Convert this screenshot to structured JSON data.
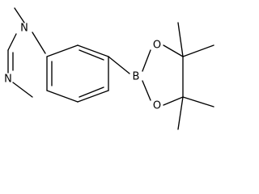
{
  "structure": {
    "atoms": {
      "n1": "N",
      "n3": "N",
      "boron": "B",
      "o1": "O",
      "o2": "O"
    }
  }
}
